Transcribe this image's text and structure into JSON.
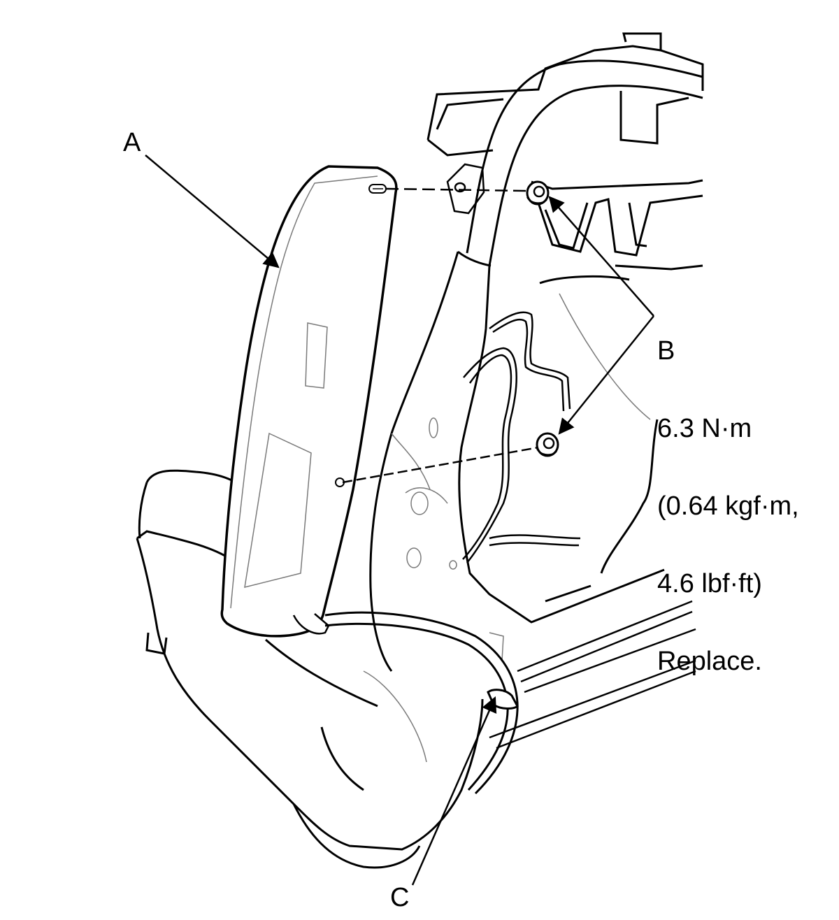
{
  "callouts": {
    "a": {
      "letter": "A"
    },
    "b": {
      "letter": "B",
      "spec_lines": [
        "6.3 N·m",
        "(0.64 kgf·m,",
        "4.6 lbf·ft)",
        "Replace."
      ]
    },
    "c": {
      "letter": "C"
    }
  },
  "colors": {
    "line": "#000000",
    "fine_line": "#7a7a7a",
    "background": "#ffffff"
  }
}
